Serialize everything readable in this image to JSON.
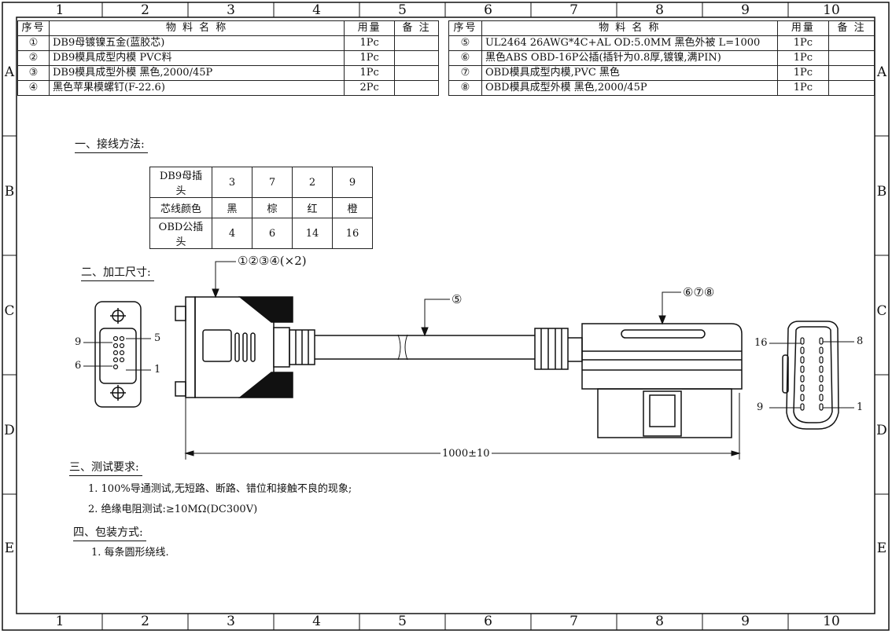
{
  "frame": {
    "columns": [
      "1",
      "2",
      "3",
      "4",
      "5",
      "6",
      "7",
      "8",
      "9",
      "10"
    ],
    "rows": [
      "A",
      "B",
      "C",
      "D",
      "E"
    ]
  },
  "bom_left": {
    "headers": {
      "seq": "序号",
      "name": "物 料 名 称",
      "qty": "用量",
      "remark": "备 注"
    },
    "items": [
      {
        "seq": "①",
        "name": "DB9母镀镍五金(蓝胶芯)",
        "qty": "1Pc",
        "remark": ""
      },
      {
        "seq": "②",
        "name": "DB9模具成型内模 PVC料",
        "qty": "1Pc",
        "remark": ""
      },
      {
        "seq": "③",
        "name": "DB9模具成型外模 黑色,2000/45P",
        "qty": "1Pc",
        "remark": ""
      },
      {
        "seq": "④",
        "name": "黑色苹果模螺钉(F-22.6)",
        "qty": "2Pc",
        "remark": ""
      }
    ]
  },
  "bom_right": {
    "headers": {
      "seq": "序号",
      "name": "物 料 名 称",
      "qty": "用量",
      "remark": "备 注"
    },
    "items": [
      {
        "seq": "⑤",
        "name": "UL2464 26AWG*4C+AL OD:5.0MM 黑色外被 L=1000",
        "qty": "1Pc",
        "remark": ""
      },
      {
        "seq": "⑥",
        "name": "黑色ABS OBD-16P公插(插针为0.8厚,镀镍,满PIN)",
        "qty": "1Pc",
        "remark": ""
      },
      {
        "seq": "⑦",
        "name": "OBD模具成型内模,PVC 黑色",
        "qty": "1Pc",
        "remark": ""
      },
      {
        "seq": "⑧",
        "name": "OBD模具成型外模 黑色,2000/45P",
        "qty": "1Pc",
        "remark": ""
      }
    ]
  },
  "sections": {
    "wiring": "一、接线方法:",
    "dimensions": "二、加工尺寸:",
    "test": "三、测试要求:",
    "packing": "四、包装方式:"
  },
  "wiring_table": {
    "rows": [
      {
        "label": "DB9母插头",
        "values": [
          "3",
          "7",
          "2",
          "9"
        ]
      },
      {
        "label": "芯线颜色",
        "values": [
          "黑",
          "棕",
          "红",
          "橙"
        ]
      },
      {
        "label": "OBD公插头",
        "values": [
          "4",
          "6",
          "14",
          "16"
        ]
      }
    ]
  },
  "callouts": {
    "db9_parts": "①②③④(×2)",
    "cable": "⑤",
    "obd_parts": "⑥⑦⑧"
  },
  "dimension": {
    "length": "1000±10"
  },
  "db9_pins": {
    "p9": "9",
    "p5": "5",
    "p6": "6",
    "p1": "1"
  },
  "obd_pins": {
    "p16": "16",
    "p8": "8",
    "p9": "9",
    "p1": "1"
  },
  "test_requirements": [
    "1. 100%导通测试,无短路、断路、错位和接触不良的现象;",
    "2. 绝缘电阻测试:≥10MΩ(DC300V)"
  ],
  "packing": [
    "1. 每条圆形绕线."
  ]
}
